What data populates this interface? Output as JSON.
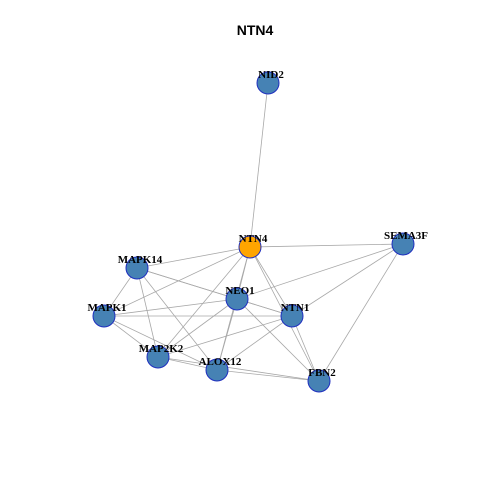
{
  "title": "NTN4",
  "colors": {
    "default_node": "#4682b4",
    "highlight_node": "#ffa500",
    "node_border": "#1f2fbf",
    "edge": "#a8a8a8"
  },
  "nodes": [
    {
      "id": "NID2",
      "label": "NID2",
      "highlight": false
    },
    {
      "id": "NTN4",
      "label": "NTN4",
      "highlight": true
    },
    {
      "id": "SEMA3F",
      "label": "SEMA3F",
      "highlight": false
    },
    {
      "id": "MAPK14",
      "label": "MAPK14",
      "highlight": false
    },
    {
      "id": "NEO1",
      "label": "NEO1",
      "highlight": false
    },
    {
      "id": "NTN1",
      "label": "NTN1",
      "highlight": false
    },
    {
      "id": "MAPK1",
      "label": "MAPK1",
      "highlight": false
    },
    {
      "id": "MAP2K2",
      "label": "MAP2K2",
      "highlight": false
    },
    {
      "id": "ALOX12",
      "label": "ALOX12",
      "highlight": false
    },
    {
      "id": "FBN2",
      "label": "FBN2",
      "highlight": false
    }
  ],
  "edges": [
    [
      "NID2",
      "NTN4"
    ],
    [
      "NTN4",
      "SEMA3F"
    ],
    [
      "NTN4",
      "MAPK14"
    ],
    [
      "NTN4",
      "NEO1"
    ],
    [
      "NTN4",
      "NTN1"
    ],
    [
      "NTN4",
      "MAPK1"
    ],
    [
      "NTN4",
      "MAP2K2"
    ],
    [
      "NTN4",
      "ALOX12"
    ],
    [
      "NTN4",
      "FBN2"
    ],
    [
      "SEMA3F",
      "NEO1"
    ],
    [
      "SEMA3F",
      "NTN1"
    ],
    [
      "SEMA3F",
      "FBN2"
    ],
    [
      "MAPK14",
      "NEO1"
    ],
    [
      "MAPK14",
      "MAPK1"
    ],
    [
      "MAPK14",
      "MAP2K2"
    ],
    [
      "MAPK14",
      "ALOX12"
    ],
    [
      "MAPK14",
      "NTN1"
    ],
    [
      "NEO1",
      "NTN1"
    ],
    [
      "NEO1",
      "MAPK1"
    ],
    [
      "NEO1",
      "MAP2K2"
    ],
    [
      "NEO1",
      "ALOX12"
    ],
    [
      "NEO1",
      "FBN2"
    ],
    [
      "NTN1",
      "MAPK1"
    ],
    [
      "NTN1",
      "MAP2K2"
    ],
    [
      "NTN1",
      "ALOX12"
    ],
    [
      "NTN1",
      "FBN2"
    ],
    [
      "MAPK1",
      "MAP2K2"
    ],
    [
      "MAPK1",
      "ALOX12"
    ],
    [
      "MAP2K2",
      "ALOX12"
    ],
    [
      "MAP2K2",
      "FBN2"
    ],
    [
      "ALOX12",
      "FBN2"
    ]
  ]
}
